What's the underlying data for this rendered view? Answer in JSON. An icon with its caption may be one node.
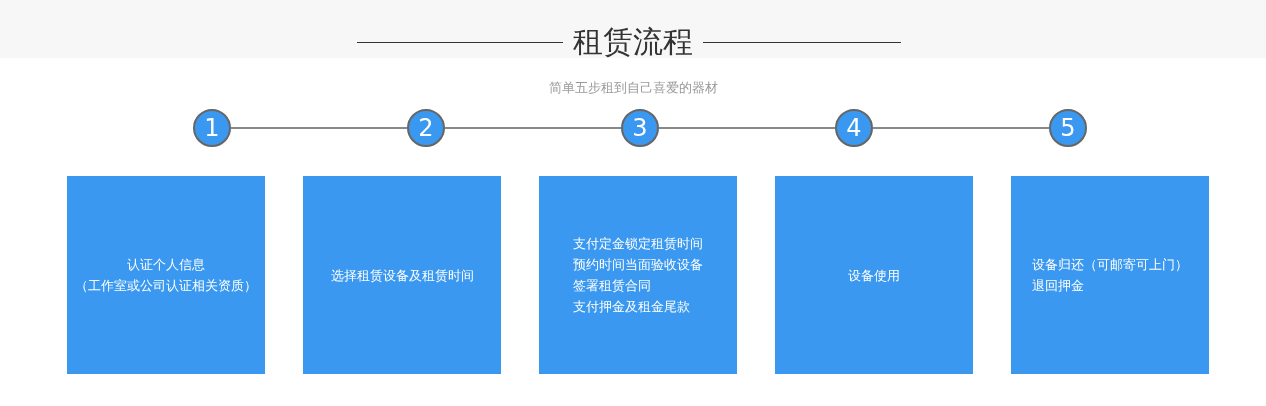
{
  "diagram": {
    "title": "租赁流程",
    "nodes": [
      {
        "text": [
          "1"
        ]
      },
      {
        "text": [
          "2"
        ]
      },
      {
        "text": [
          "3"
        ]
      },
      {
        "text": [
          "4"
        ]
      },
      {
        "text": [
          "5"
        ]
      },
      {
        "text": [
          "认证个人信息",
          "（工作室或公司认证相关资质）"
        ]
      },
      {
        "text": [
          "选择租赁设备及租赁时间"
        ]
      },
      {
        "text": [
          "支付定金锁定租赁时间",
          "预约时间当面验收设备",
          "签署租赁合同",
          "支付押金及租金尾款"
        ]
      },
      {
        "text": [
          "设备使用"
        ]
      },
      {
        "text": [
          "设备归还（可邮寄可上门）",
          "退回押金"
        ]
      }
    ],
    "edges": [
      {
        "from": 0,
        "to": 1,
        "arrow": "none"
      },
      {
        "from": 1,
        "to": 2,
        "arrow": "none"
      },
      {
        "from": 2,
        "to": 3,
        "arrow": "none"
      },
      {
        "from": 3,
        "to": 4,
        "arrow": "none"
      }
    ],
    "labels": [
      "简单五步租到自己喜爱的器材"
    ]
  }
}
